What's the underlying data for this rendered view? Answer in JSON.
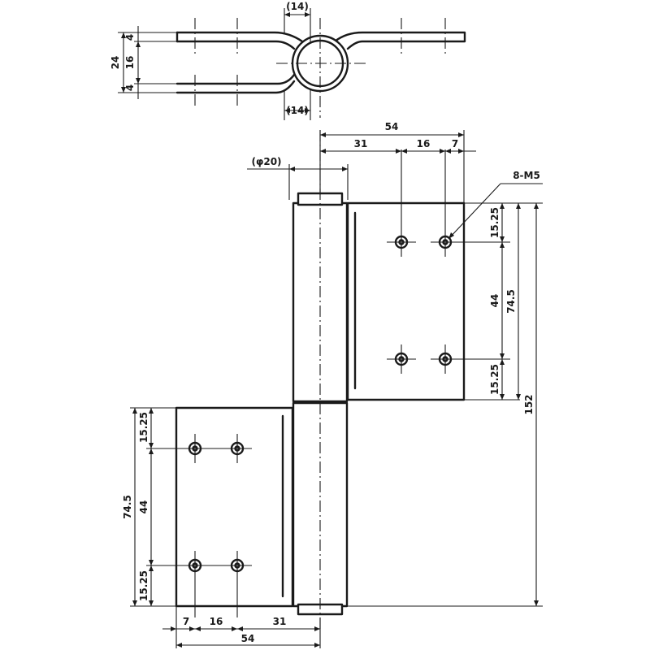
{
  "drawing": {
    "top_view": {
      "pin_width_top": "(14)",
      "pin_width_bottom": "(14)",
      "overall_thickness": "24",
      "leaf_thickness_top": "4",
      "knuckle_gap": "16",
      "leaf_thickness_bottom": "4"
    },
    "upper_leaf": {
      "width_total": "54",
      "width_to_first_hole": "31",
      "hole_pitch": "16",
      "edge_to_hole": "7",
      "knuckle_diameter": "(φ20)",
      "hole_callout": "8-M5",
      "edge_to_hole_top": "15.25",
      "hole_pitch_vertical": "44",
      "edge_to_hole_bottom": "15.25",
      "leaf_height": "74.5",
      "overall_height": "152"
    },
    "lower_leaf": {
      "edge_to_hole_top": "15.25",
      "hole_pitch_vertical": "44",
      "edge_to_hole_bottom": "15.25",
      "leaf_height": "74.5",
      "edge_to_hole": "7",
      "hole_pitch": "16",
      "width_to_knuckle": "31",
      "width_total": "54"
    }
  }
}
